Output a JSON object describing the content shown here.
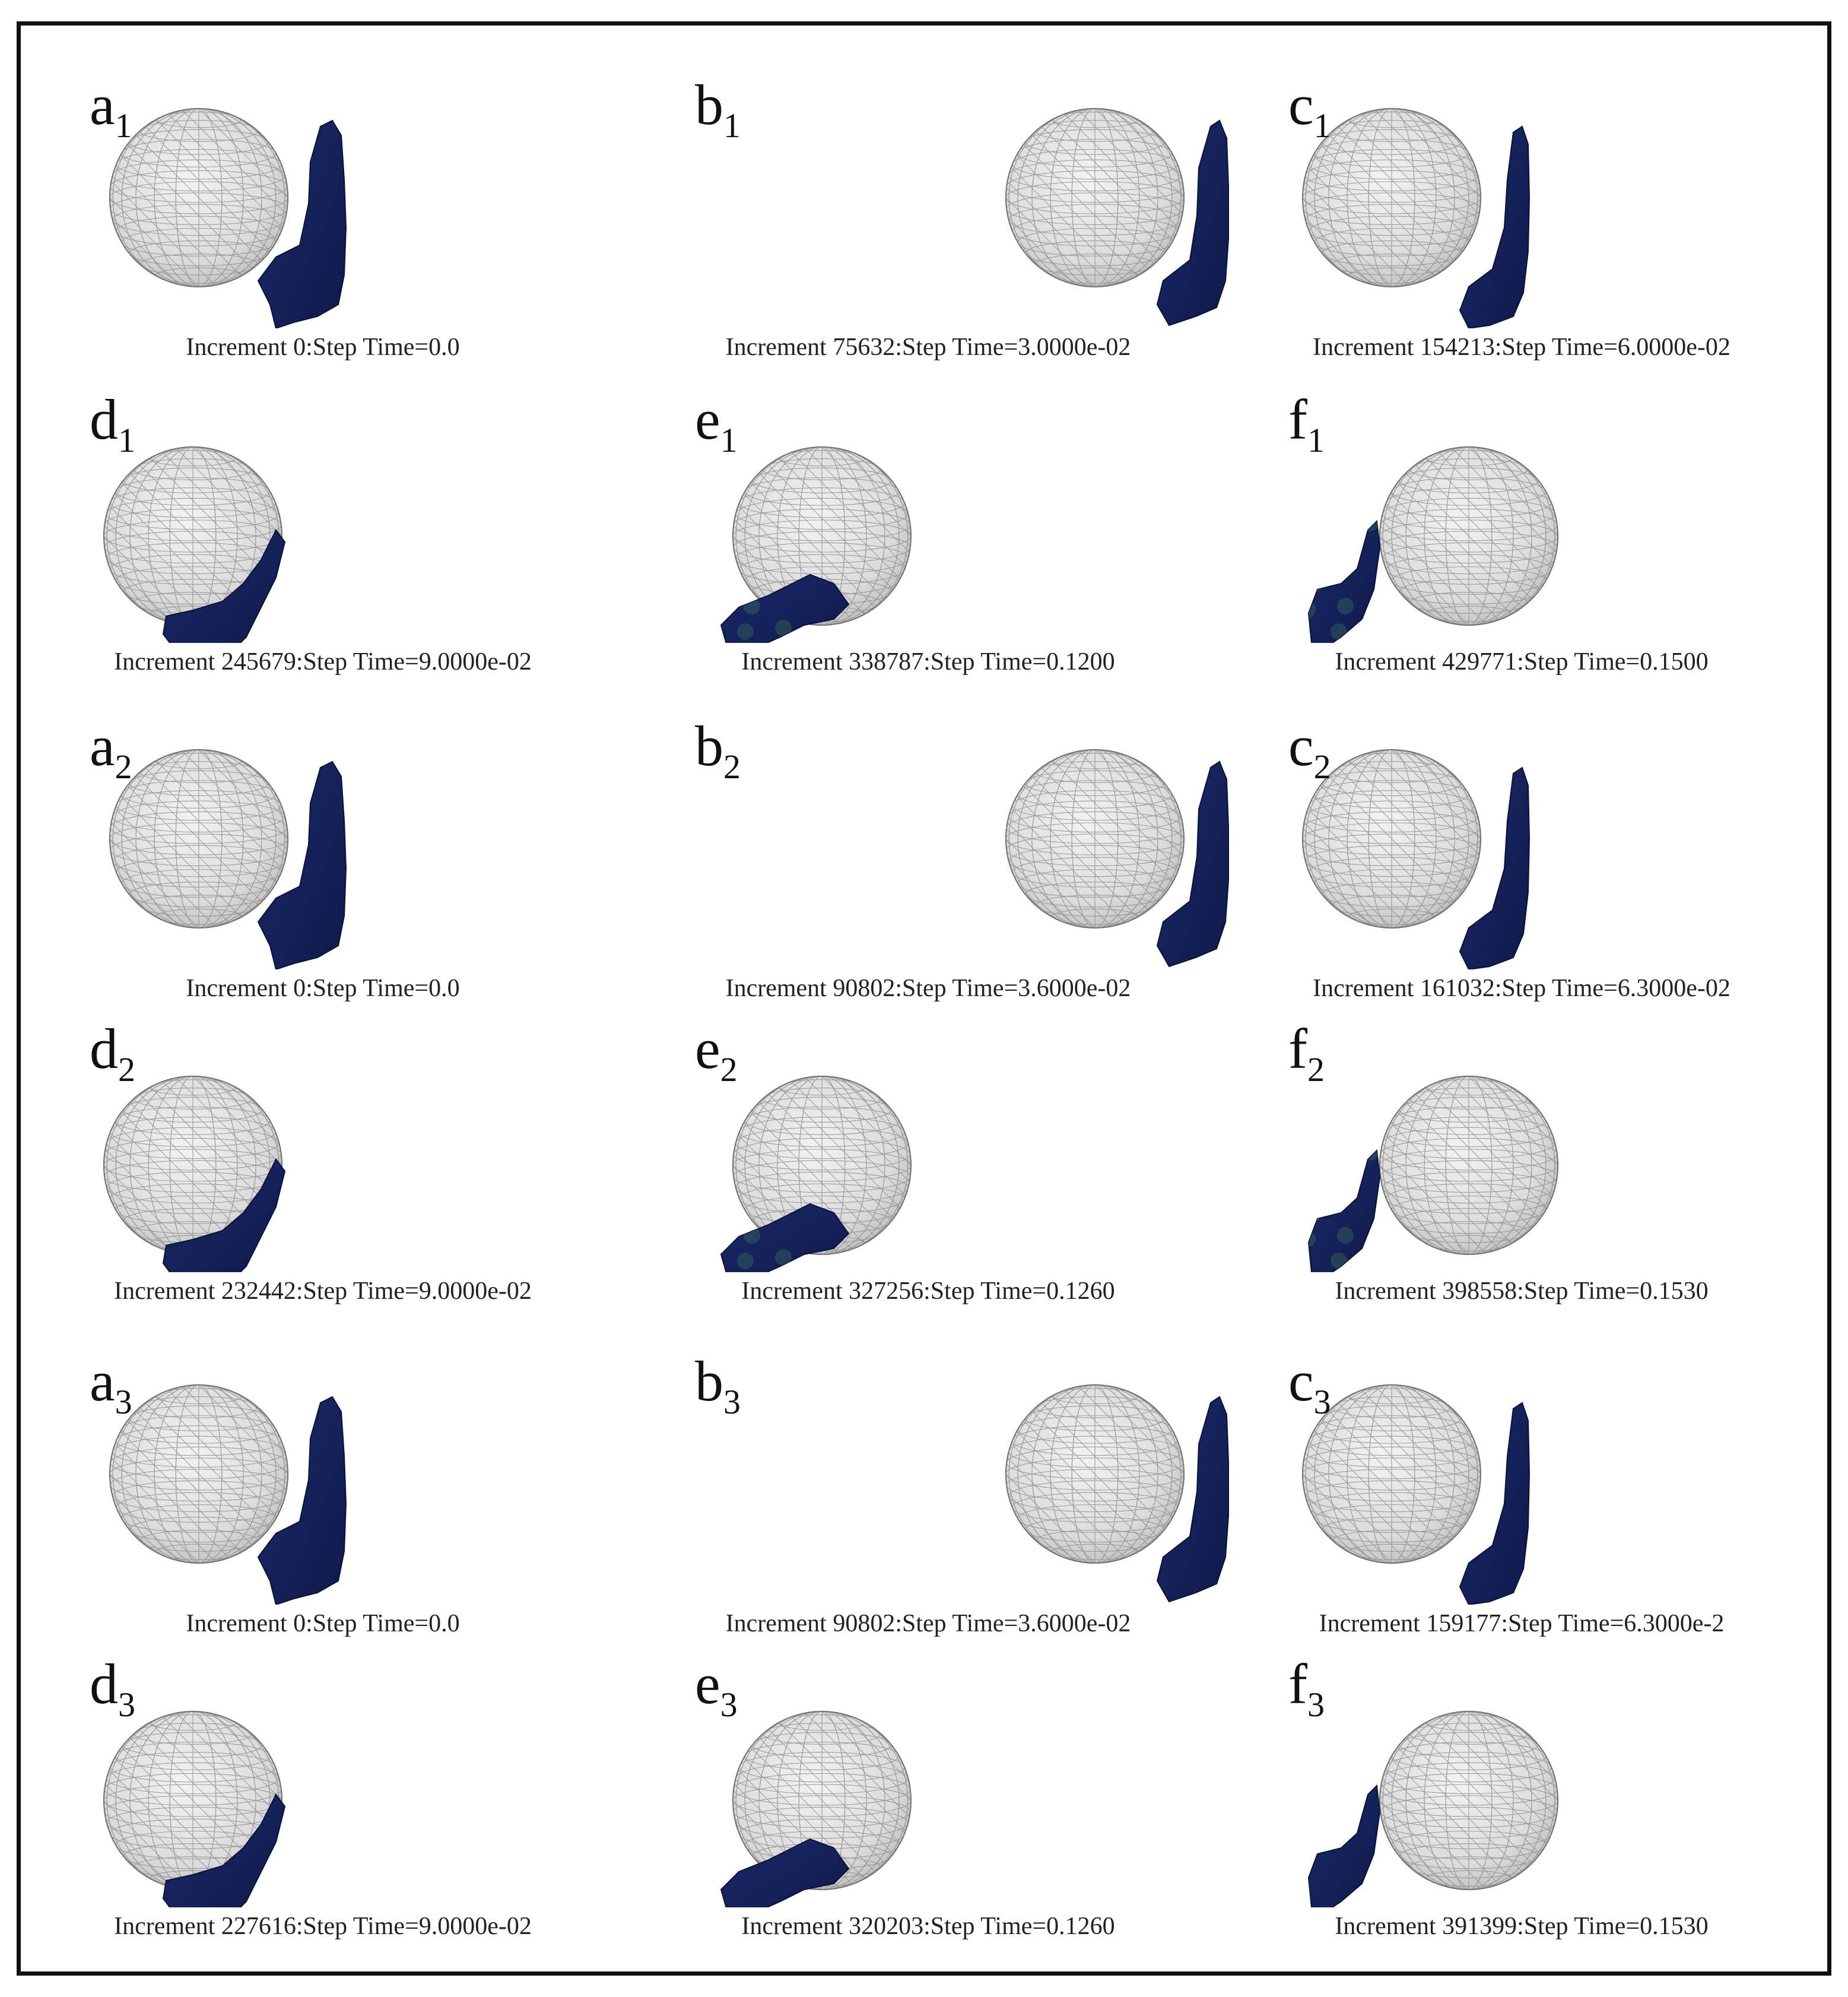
{
  "panels": [
    {
      "letter": "a",
      "sub": "1",
      "caption": "Increment 0:Step Time=0.0",
      "pose": "a",
      "tint": false
    },
    {
      "letter": "b",
      "sub": "1",
      "caption": "Increment 75632:Step Time=3.0000e-02",
      "pose": "b",
      "tint": false
    },
    {
      "letter": "c",
      "sub": "1",
      "caption": "Increment 154213:Step Time=6.0000e-02",
      "pose": "c",
      "tint": false
    },
    {
      "letter": "d",
      "sub": "1",
      "caption": "Increment 245679:Step Time=9.0000e-02",
      "pose": "d",
      "tint": false
    },
    {
      "letter": "e",
      "sub": "1",
      "caption": "Increment 338787:Step Time=0.1200",
      "pose": "e",
      "tint": true
    },
    {
      "letter": "f",
      "sub": "1",
      "caption": "Increment 429771:Step Time=0.1500",
      "pose": "f",
      "tint": true
    },
    {
      "letter": "a",
      "sub": "2",
      "caption": "Increment 0:Step Time=0.0",
      "pose": "a",
      "tint": false
    },
    {
      "letter": "b",
      "sub": "2",
      "caption": "Increment 90802:Step Time=3.6000e-02",
      "pose": "b",
      "tint": false
    },
    {
      "letter": "c",
      "sub": "2",
      "caption": "Increment 161032:Step Time=6.3000e-02",
      "pose": "c",
      "tint": false
    },
    {
      "letter": "d",
      "sub": "2",
      "caption": "Increment 232442:Step Time=9.0000e-02",
      "pose": "d",
      "tint": false
    },
    {
      "letter": "e",
      "sub": "2",
      "caption": "Increment 327256:Step Time=0.1260",
      "pose": "e",
      "tint": true
    },
    {
      "letter": "f",
      "sub": "2",
      "caption": "Increment 398558:Step Time=0.1530",
      "pose": "f",
      "tint": true
    },
    {
      "letter": "a",
      "sub": "3",
      "caption": "Increment 0:Step Time=0.0",
      "pose": "a",
      "tint": false
    },
    {
      "letter": "b",
      "sub": "3",
      "caption": "Increment 90802:Step Time=3.6000e-02",
      "pose": "b",
      "tint": false
    },
    {
      "letter": "c",
      "sub": "3",
      "caption": "Increment 159177:Step Time=6.3000e-2",
      "pose": "c",
      "tint": false
    },
    {
      "letter": "d",
      "sub": "3",
      "caption": "Increment 227616:Step Time=9.0000e-02",
      "pose": "d",
      "tint": false
    },
    {
      "letter": "e",
      "sub": "3",
      "caption": "Increment 320203:Step Time=0.1260",
      "pose": "e",
      "tint": false
    },
    {
      "letter": "f",
      "sub": "3",
      "caption": "Increment 391399:Step Time=0.1530",
      "pose": "f",
      "tint": false
    }
  ],
  "colors": {
    "tissue": "#1b2a6b",
    "tissue_dark": "#0f1a4a",
    "tint": "#3f7a5a",
    "sphere_light": "#f2f2f2",
    "sphere_shade": "#bdbdbd",
    "mesh": "#8a8a8a",
    "frame": "#111111"
  }
}
